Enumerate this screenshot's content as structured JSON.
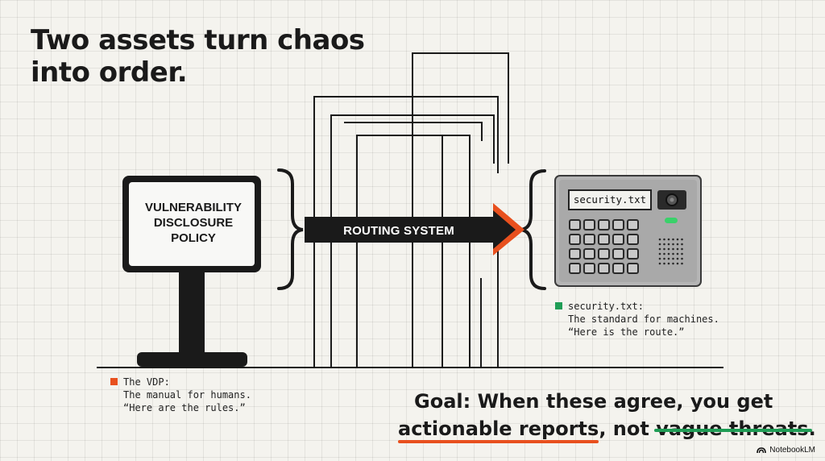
{
  "title": {
    "line1": "Two assets turn chaos",
    "line2": "into order."
  },
  "monitor": {
    "line1": "VULNERABILITY",
    "line2": "DISCLOSURE",
    "line3": "POLICY"
  },
  "routing": {
    "label": "ROUTING SYSTEM"
  },
  "device": {
    "screen_label": "security.txt"
  },
  "caption_vdp": {
    "line1": "The VDP:",
    "line2": "The manual for humans.",
    "line3": "“Here are the rules.”",
    "marker_color": "#e8501e"
  },
  "caption_security": {
    "line1": "security.txt:",
    "line2": "The standard for machines.",
    "line3": "“Here is the route.”",
    "marker_color": "#1f9d55"
  },
  "goal": {
    "line1": "Goal: When these agree, you get",
    "highlight": "actionable reports",
    "middle": ", not ",
    "struck": "vague threats",
    "end": "."
  },
  "brand": {
    "name": "NotebookLM",
    "icon": "notebooklm-logo-icon"
  },
  "colors": {
    "accent_orange": "#e8501e",
    "accent_green": "#1f9d55",
    "ink": "#1a1a1a"
  }
}
